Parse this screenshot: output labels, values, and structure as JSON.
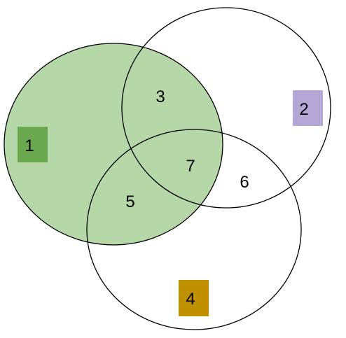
{
  "diagram": {
    "type": "venn",
    "sets": [
      {
        "id": "A",
        "fill": "#b6d7a8",
        "stroke": "#000000"
      },
      {
        "id": "B",
        "fill": "none",
        "stroke": "#000000"
      },
      {
        "id": "C",
        "fill": "none",
        "stroke": "#000000"
      }
    ],
    "regions": [
      {
        "label": "1",
        "sets": [
          "A"
        ],
        "box_color": "#6aa84f"
      },
      {
        "label": "2",
        "sets": [
          "B"
        ],
        "box_color": "#b4a7d6"
      },
      {
        "label": "3",
        "sets": [
          "A",
          "B"
        ]
      },
      {
        "label": "4",
        "sets": [
          "C"
        ],
        "box_color": "#bf9000"
      },
      {
        "label": "5",
        "sets": [
          "A",
          "C"
        ]
      },
      {
        "label": "6",
        "sets": [
          "B",
          "C"
        ]
      },
      {
        "label": "7",
        "sets": [
          "A",
          "B",
          "C"
        ]
      }
    ]
  }
}
